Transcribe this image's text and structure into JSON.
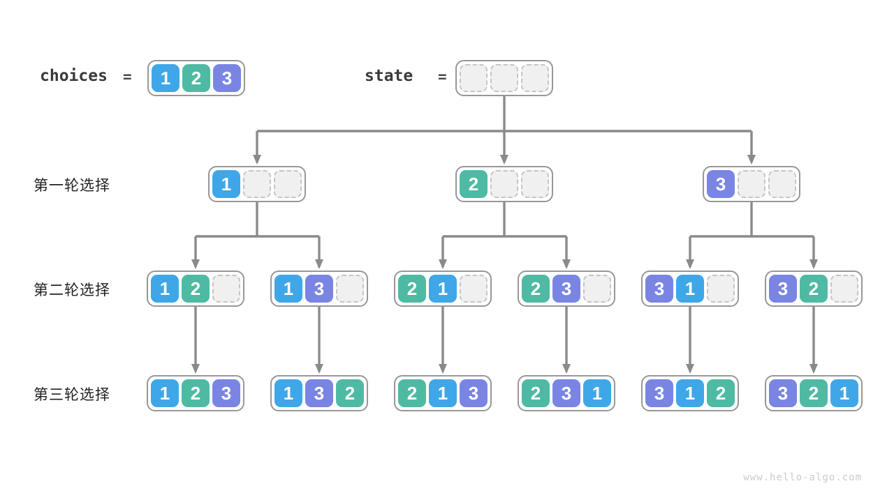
{
  "colors": {
    "value_1": "#3fa7e8",
    "value_2": "#4fbaa4",
    "value_3": "#7a85e3",
    "empty_fill": "#f0f0f0",
    "empty_border": "#c5c5c5",
    "box_border": "#979797",
    "connector": "#8a8a8a",
    "label_text": "#222222",
    "watermark_text": "#cbcbcb"
  },
  "header": {
    "choices_label": "choices",
    "choices_equals": "=",
    "choices_cells": [
      "1",
      "2",
      "3"
    ],
    "state_label": "state",
    "state_equals": "=",
    "state_cells": [
      "",
      "",
      ""
    ]
  },
  "rows": [
    {
      "label": "第一轮选择",
      "boxes": [
        [
          "1",
          "",
          ""
        ],
        [
          "2",
          "",
          ""
        ],
        [
          "3",
          "",
          ""
        ]
      ]
    },
    {
      "label": "第二轮选择",
      "boxes": [
        [
          "1",
          "2",
          ""
        ],
        [
          "1",
          "3",
          ""
        ],
        [
          "2",
          "1",
          ""
        ],
        [
          "2",
          "3",
          ""
        ],
        [
          "3",
          "1",
          ""
        ],
        [
          "3",
          "2",
          ""
        ]
      ]
    },
    {
      "label": "第三轮选择",
      "boxes": [
        [
          "1",
          "2",
          "3"
        ],
        [
          "1",
          "3",
          "2"
        ],
        [
          "2",
          "1",
          "3"
        ],
        [
          "2",
          "3",
          "1"
        ],
        [
          "3",
          "1",
          "2"
        ],
        [
          "3",
          "2",
          "1"
        ]
      ]
    }
  ],
  "tree": {
    "root_to_round1": [
      [
        0,
        1,
        2
      ]
    ],
    "round1_to_round2": [
      [
        0,
        1
      ],
      [
        2,
        3
      ],
      [
        4,
        5
      ]
    ],
    "round2_to_round3": [
      0,
      1,
      2,
      3,
      4,
      5
    ]
  },
  "watermark": "www.hello-algo.com"
}
